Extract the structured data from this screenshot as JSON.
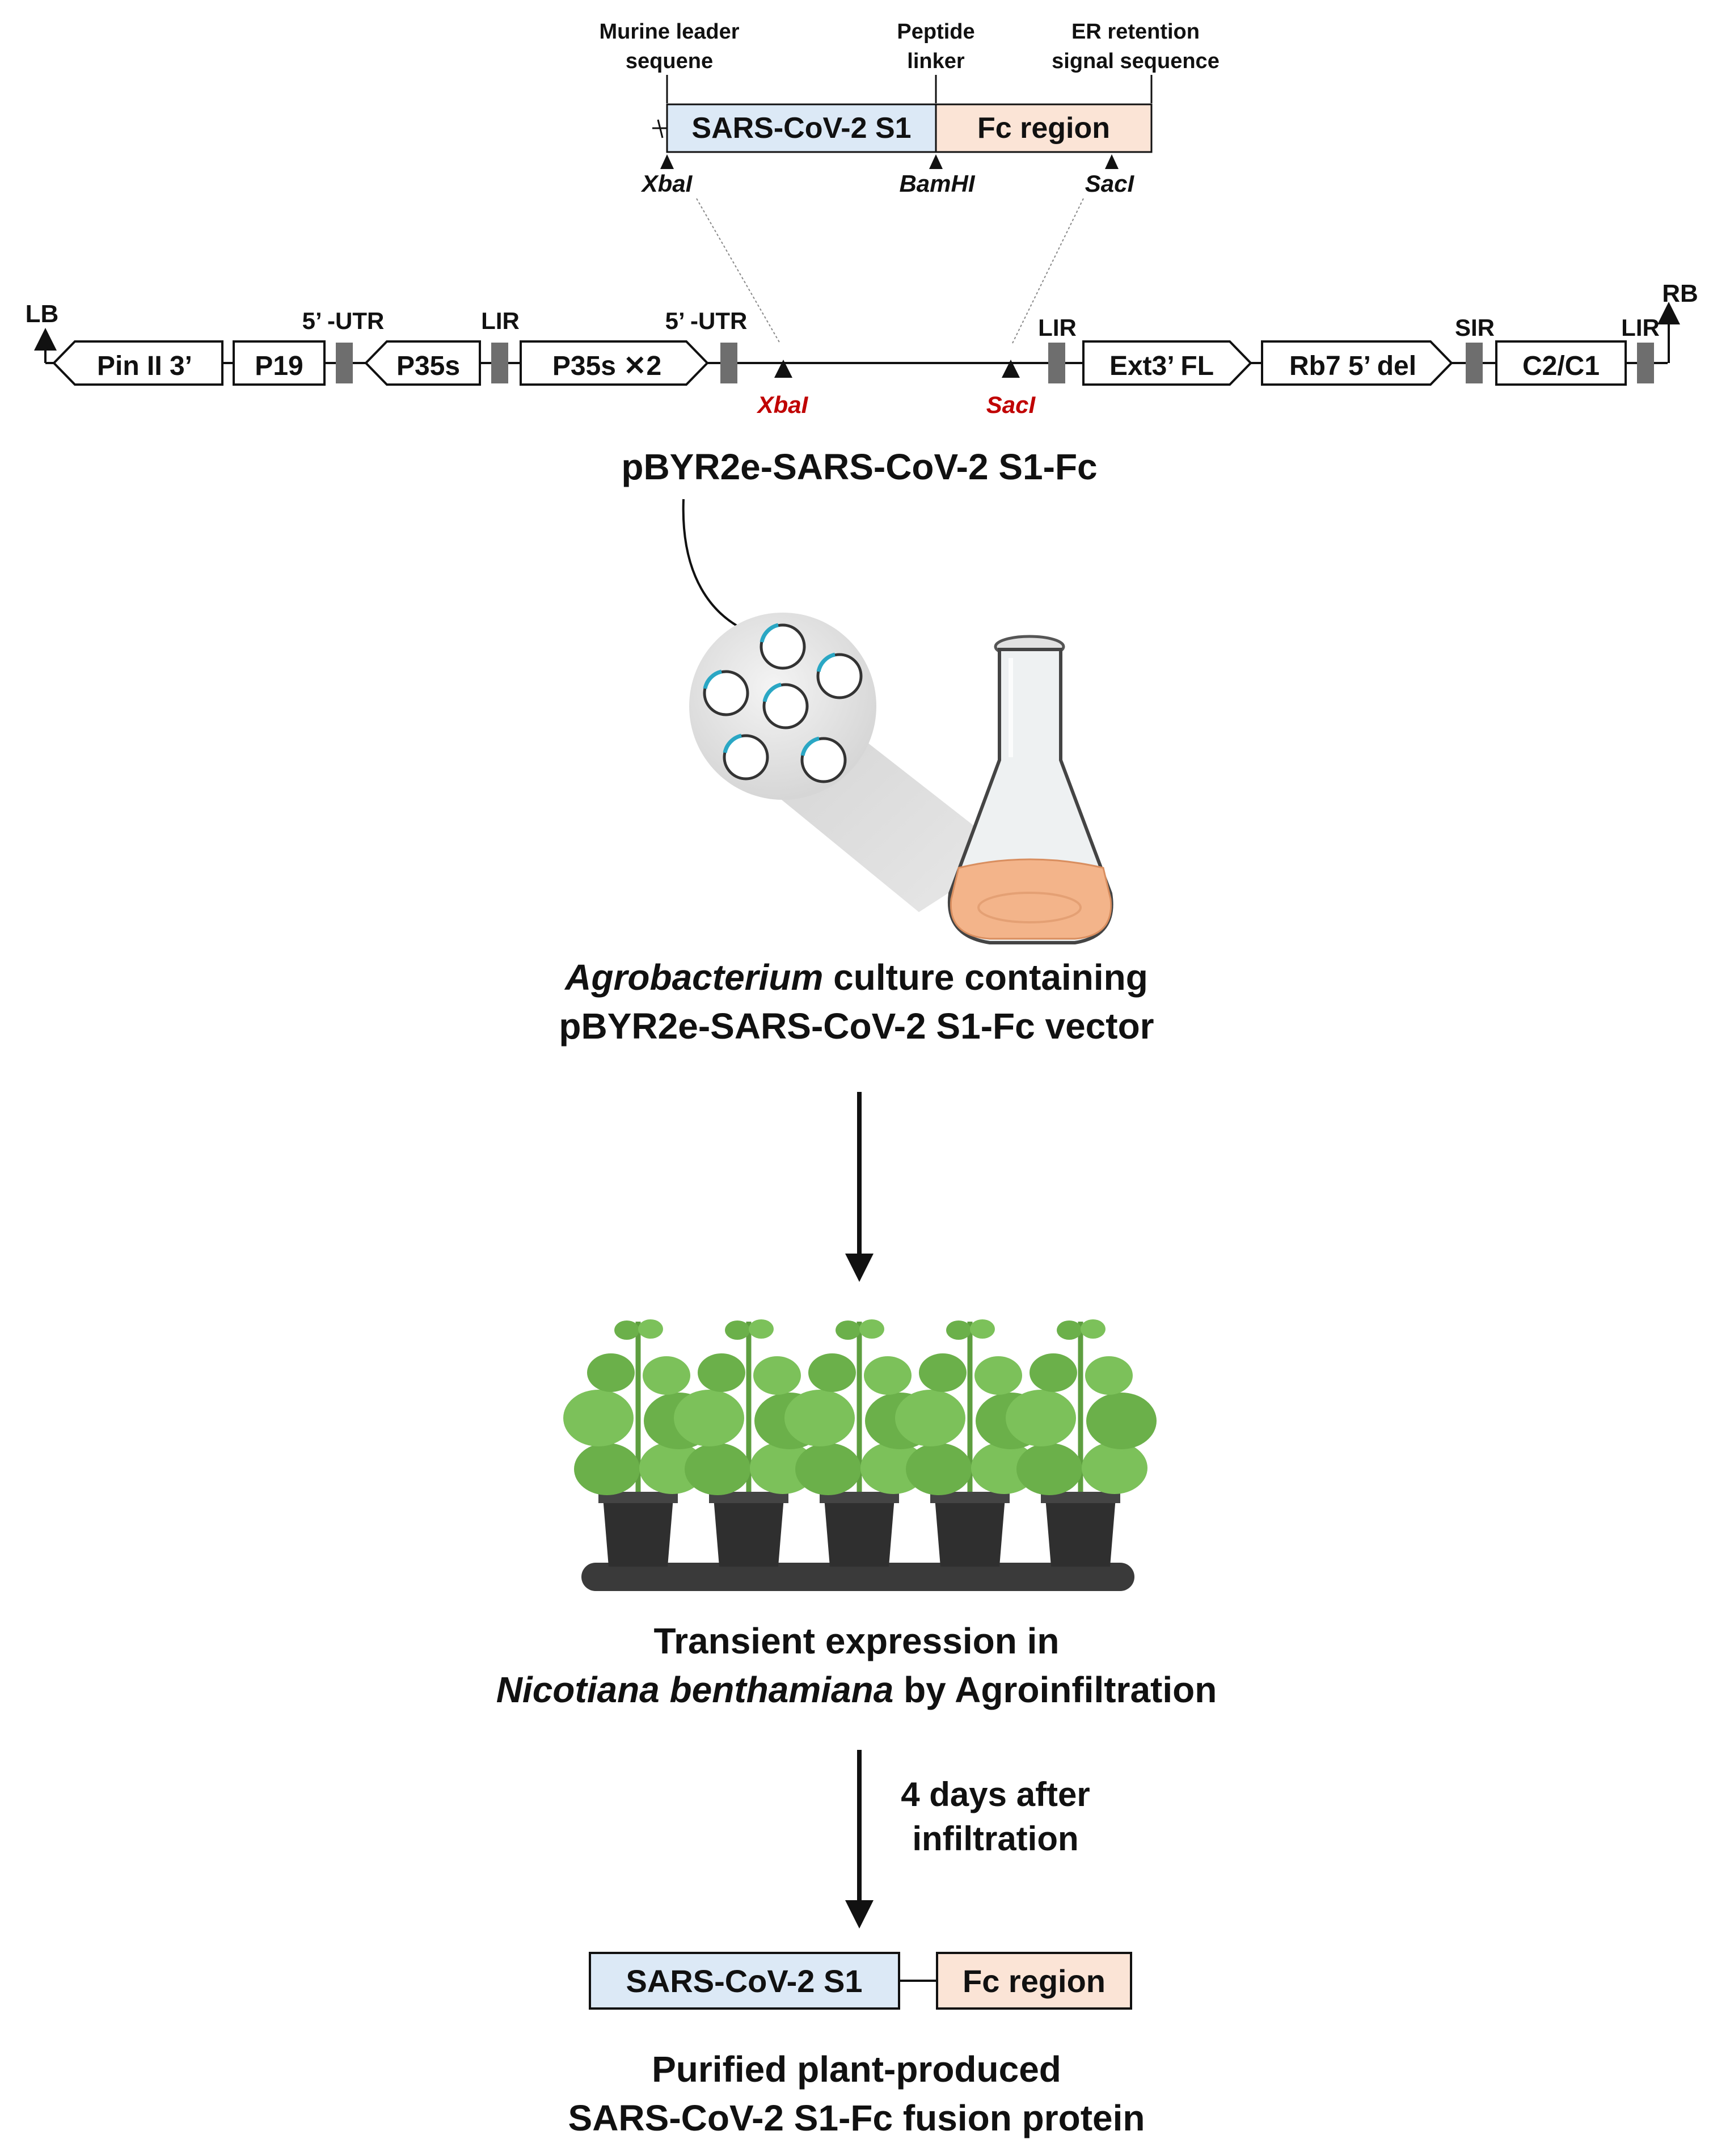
{
  "insert": {
    "top_labels": {
      "murine_line1": "Murine leader",
      "murine_line2": "sequene",
      "peptide_line1": "Peptide",
      "peptide_line2": "linker",
      "er_line1": "ER retention",
      "er_line2": "signal sequence"
    },
    "boxes": {
      "s1": "SARS-CoV-2 S1",
      "fc": "Fc region"
    },
    "sites": {
      "xbal": "XbaI",
      "bamhi": "BamHI",
      "sacl": "SacI"
    }
  },
  "vector": {
    "lb": "LB",
    "rb": "RB",
    "elements": {
      "pin2": "Pin II 3’",
      "p19": "P19",
      "p35s": "P35s",
      "p35s2": "P35s ✕2",
      "ext3": "Ext3’ FL",
      "rb7": "Rb7 5’ del",
      "c2c1": "C2/C1"
    },
    "labels": {
      "utr1": "5’ -UTR",
      "lir1": "LIR",
      "utr2": "5’ -UTR",
      "lir2": "LIR",
      "sir": "SIR",
      "lir3": "LIR"
    },
    "sites": {
      "xbal": "XbaI",
      "sacl": "SacI"
    },
    "name": "pBYR2e-SARS-CoV-2 S1-Fc"
  },
  "culture": {
    "italic": "Agrobacterium",
    "line1_rest": " culture containing",
    "line2": "pBYR2e-SARS-CoV-2 S1-Fc vector"
  },
  "expression": {
    "line1": "Transient expression in",
    "line2_italic": "Nicotiana benthamiana",
    "line2_rest": " by Agroinfiltration"
  },
  "timing": {
    "line1": "4 days after",
    "line2": "infiltration"
  },
  "product": {
    "s1": "SARS-CoV-2 S1",
    "fc": "Fc region",
    "line1": "Purified plant-produced",
    "line2": "SARS-CoV-2 S1-Fc fusion protein"
  },
  "colors": {
    "s1_fill": "#dce9f6",
    "fc_fill": "#fbe4d6",
    "site_red": "#c00000",
    "leaf": "#7cc15a",
    "pot": "#2f2f2f",
    "culture": "#f3b48a",
    "plasmid": "#2aa7c4"
  }
}
